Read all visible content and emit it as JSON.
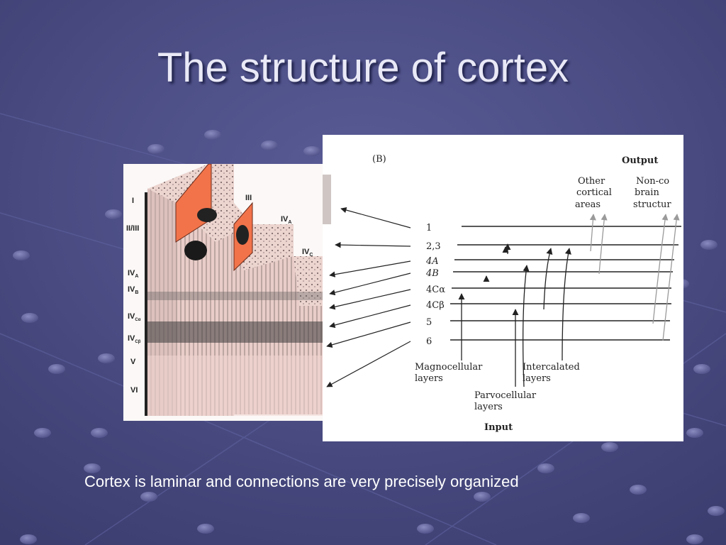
{
  "slide": {
    "title": "The structure of cortex",
    "caption": "Cortex is laminar and connections are very precisely organized"
  },
  "colors": {
    "background": "#4a4c84",
    "title": "#e9e9f7",
    "block_face": "#f2734a",
    "tissue": "#e9cdc8"
  },
  "panel_a": {
    "layer_labels": [
      "I",
      "II/III",
      "IV",
      "IV",
      "IV",
      "IV",
      "V",
      "VI"
    ],
    "layer_subscripts": [
      "",
      "",
      "A",
      "B",
      "Cα",
      "Cβ",
      "",
      ""
    ],
    "top_labels": [
      "III",
      "IV",
      "IV"
    ],
    "top_subscripts": [
      "",
      "A",
      "C"
    ]
  },
  "panel_b": {
    "label": "(B)",
    "output": "Output",
    "input": "Input",
    "layers": [
      "1",
      "2,3",
      "4A",
      "4B",
      "4Cα",
      "4Cβ",
      "5",
      "6"
    ],
    "output_targets": {
      "other": [
        "Other",
        "cortical",
        "areas"
      ],
      "noncortical": [
        "Non-co",
        "brain",
        "structur"
      ]
    },
    "inputs": {
      "magno": [
        "Magnocellular",
        "layers"
      ],
      "parvo": [
        "Parvocellular",
        "layers"
      ],
      "intercalated": [
        "Intercalated",
        "layers"
      ]
    }
  }
}
